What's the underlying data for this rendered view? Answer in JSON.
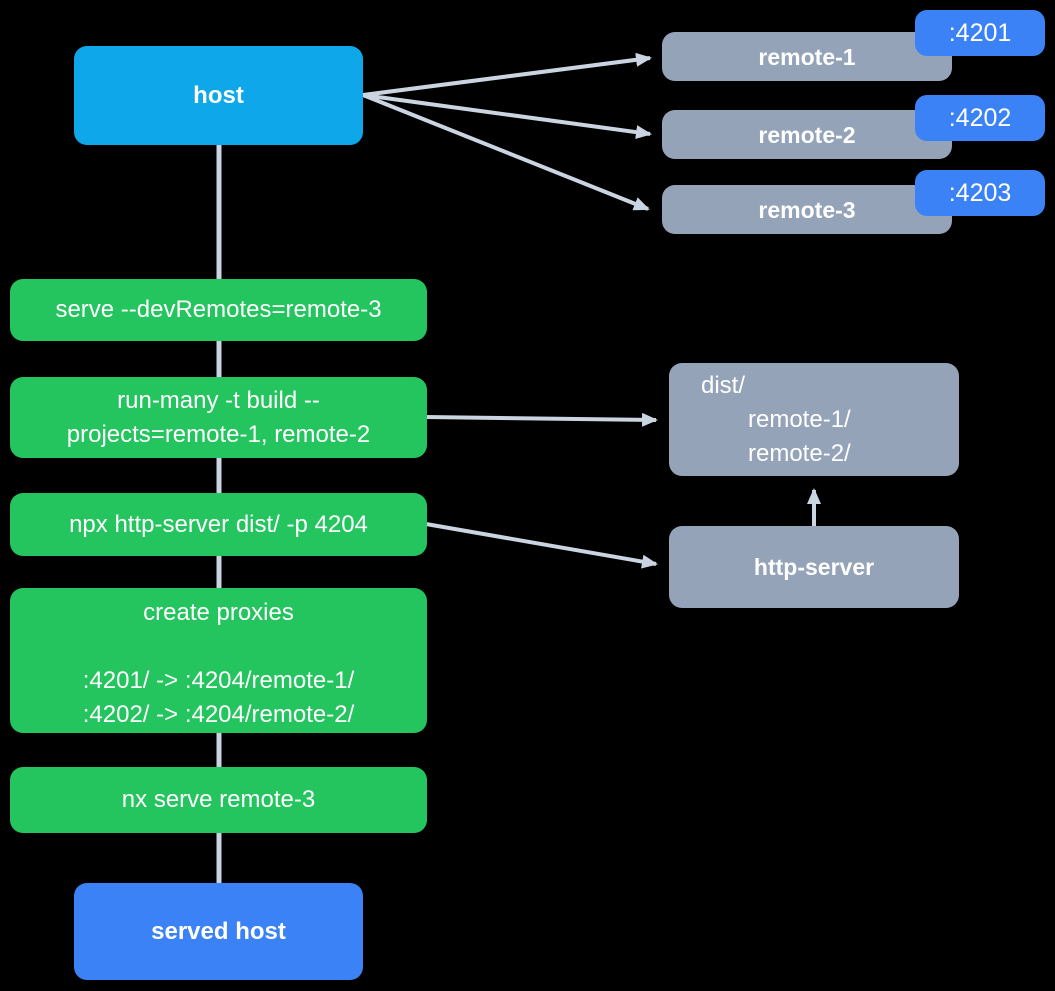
{
  "diagram": {
    "host": {
      "label": "host"
    },
    "remotes": [
      {
        "label": "remote-1",
        "port": ":4201"
      },
      {
        "label": "remote-2",
        "port": ":4202"
      },
      {
        "label": "remote-3",
        "port": ":4203"
      }
    ],
    "commands": {
      "serve": "serve --devRemotes=remote-3",
      "build_line1": "run-many -t build --",
      "build_line2": "projects=remote-1, remote-2",
      "http_server": "npx http-server dist/ -p 4204",
      "proxies_title": "create proxies",
      "proxies_line1": ":4201/ -> :4204/remote-1/",
      "proxies_line2": ":4202/ -> :4204/remote-2/",
      "nx_serve": "nx serve remote-3"
    },
    "dist": {
      "line1": "dist/",
      "line2": "remote-1/",
      "line3": "remote-2/"
    },
    "http_server": {
      "label": "http-server"
    },
    "served_host": {
      "label": "served host"
    },
    "edges": [
      {
        "from": "host",
        "to": "remote-1"
      },
      {
        "from": "host",
        "to": "remote-2"
      },
      {
        "from": "host",
        "to": "remote-3"
      },
      {
        "from": "host",
        "to": "served host",
        "via": [
          "serve --devRemotes=remote-3",
          "run-many -t build --projects=remote-1, remote-2",
          "npx http-server dist/ -p 4204",
          "create proxies",
          "nx serve remote-3"
        ]
      },
      {
        "from": "run-many -t build --projects=remote-1, remote-2",
        "to": "dist/"
      },
      {
        "from": "npx http-server dist/ -p 4204",
        "to": "http-server"
      },
      {
        "from": "http-server",
        "to": "dist/"
      }
    ],
    "colors": {
      "background": "#000000",
      "host_bg": "#0ea7e9",
      "remote_bg": "#94a3b8",
      "badge_bg": "#3b82f6",
      "command_bg": "#24c45f",
      "served_host_bg": "#3b82f6",
      "connector": "#cbd5e1",
      "text": "#ffffff"
    }
  }
}
